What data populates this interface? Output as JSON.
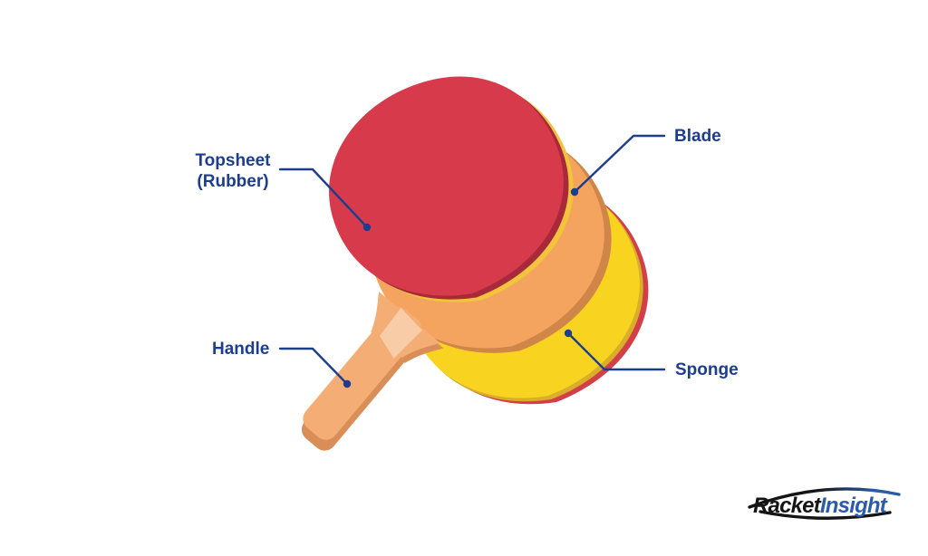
{
  "diagram": {
    "labels": {
      "topsheet_line1": "Topsheet",
      "topsheet_line2": "(Rubber)",
      "blade": "Blade",
      "handle": "Handle",
      "sponge": "Sponge"
    }
  },
  "colors": {
    "label_text": "#1d3d8f",
    "leader_line": "#1d3d8f",
    "topsheet": "#d73b4b",
    "topsheet_edge": "#a8293a",
    "topsheet_under_sponge": "#f2c33c",
    "blade": "#f4a45f",
    "blade_edge": "#d08648",
    "sponge": "#f8d420",
    "sponge_edge_inner": "#d8ae2a",
    "sponge_edge": "#d23f48",
    "handle": "#f4ad74",
    "handle_edge": "#d88e56",
    "handle_highlight": "#f7cca6",
    "logo_black": "#151515",
    "logo_blue": "#2a5caa"
  },
  "logo": {
    "part1": "Racket",
    "part2": "Insight"
  }
}
